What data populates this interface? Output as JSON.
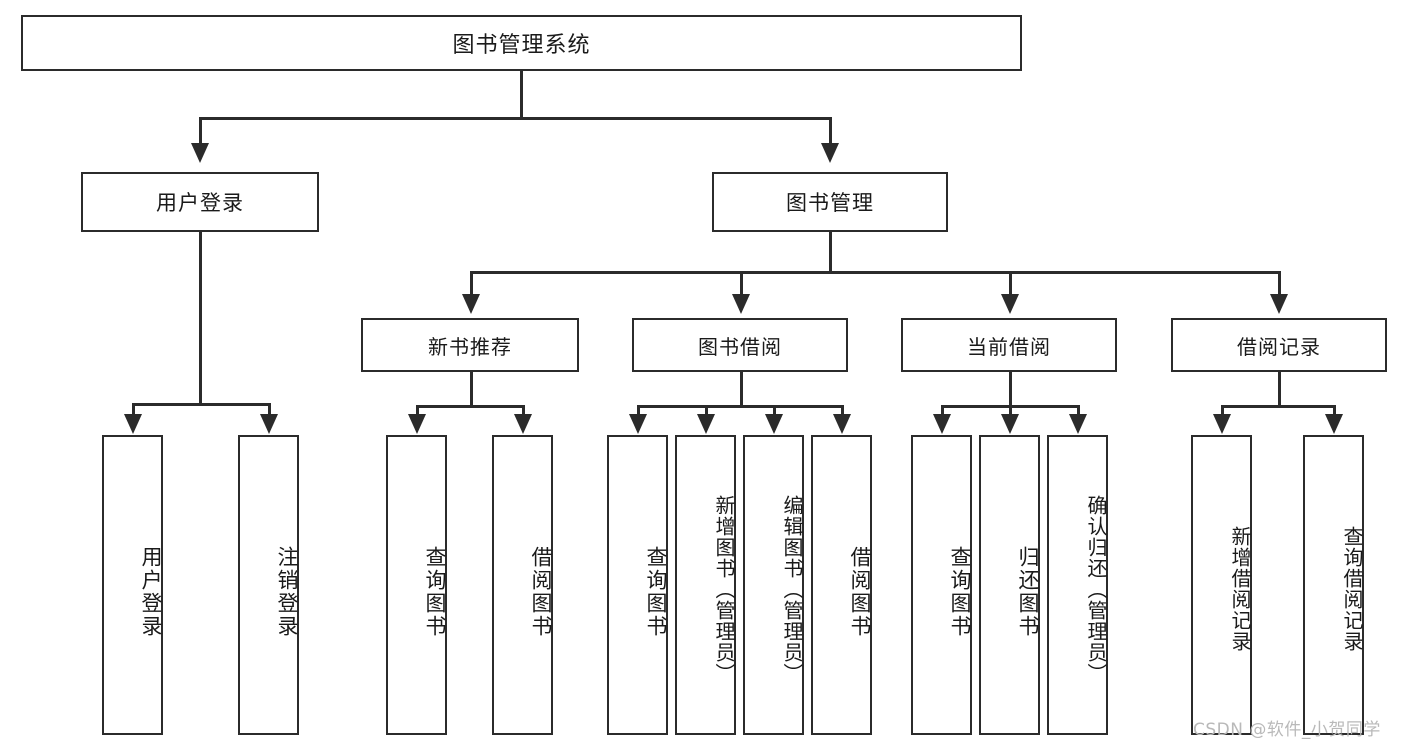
{
  "diagram": {
    "kind": "tree-structure-chart",
    "title": "图书管理系统",
    "watermark": "CSDN @软件_小贺同学",
    "colors": {
      "background": "#ffffff",
      "stroke": "#2b2b2b",
      "text": "#1a1a1a",
      "watermark": "#b9b9b9"
    }
  },
  "root": {
    "label": "图书管理系统"
  },
  "level1": [
    {
      "label": "用户登录"
    },
    {
      "label": "图书管理"
    }
  ],
  "level2": [
    {
      "label": "新书推荐"
    },
    {
      "label": "图书借阅"
    },
    {
      "label": "当前借阅"
    },
    {
      "label": "借阅记录"
    }
  ],
  "leaves": {
    "user_login": [
      {
        "label": "用户登录"
      },
      {
        "label": "注销登录"
      }
    ],
    "new_book_recommend": [
      {
        "label": "查询图书"
      },
      {
        "label": "借阅图书"
      }
    ],
    "book_borrow": [
      {
        "label": "查询图书"
      },
      {
        "label": "新增图书（管理员）"
      },
      {
        "label": "编辑图书（管理员）"
      },
      {
        "label": "借阅图书"
      }
    ],
    "current_borrow": [
      {
        "label": "查询图书"
      },
      {
        "label": "归还图书"
      },
      {
        "label": "确认归还（管理员）"
      }
    ],
    "borrow_record": [
      {
        "label": "新增借阅记录"
      },
      {
        "label": "查询借阅记录"
      }
    ]
  }
}
